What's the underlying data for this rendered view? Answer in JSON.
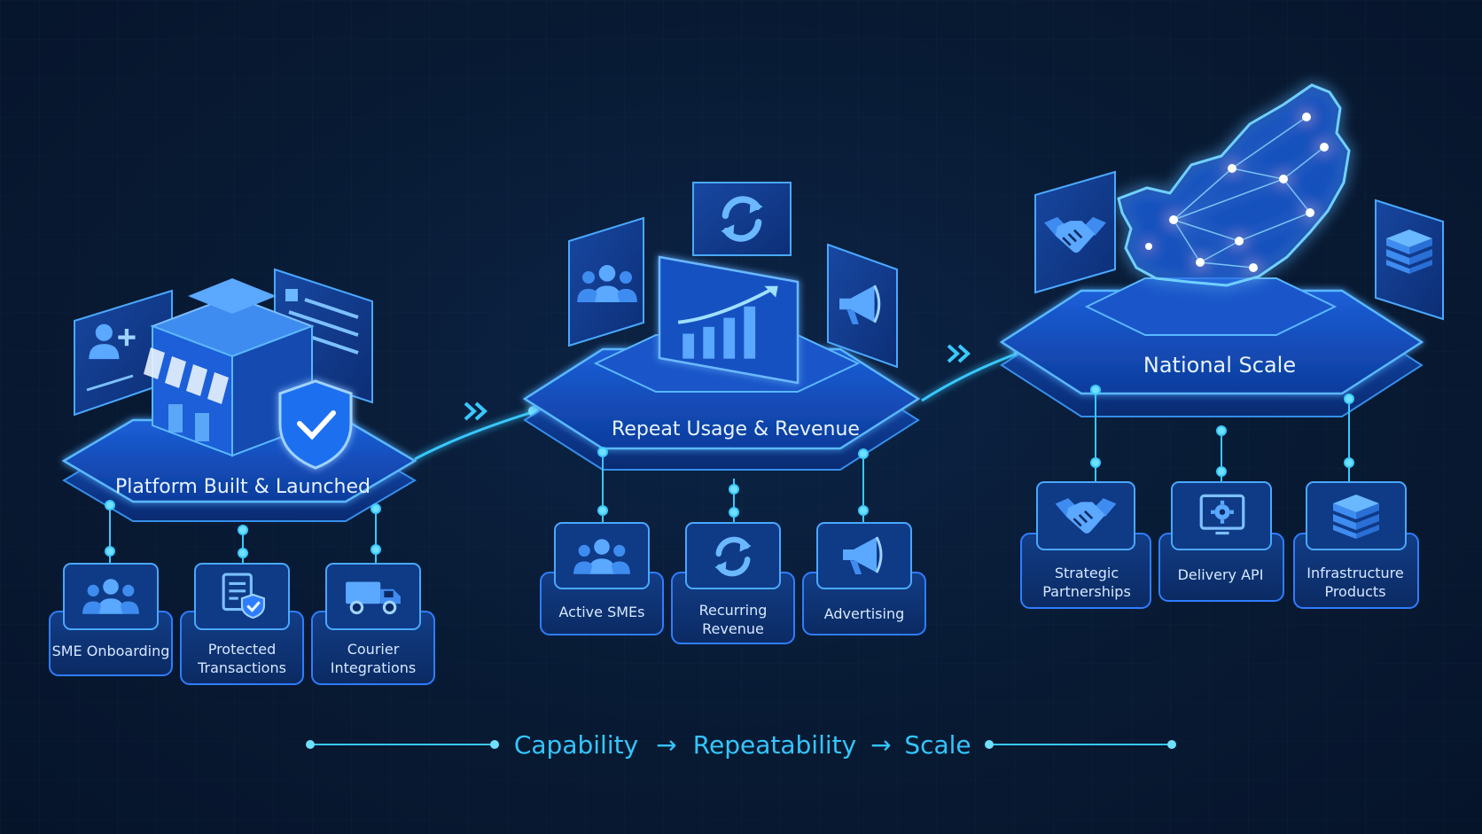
{
  "stages": [
    {
      "title": "Platform Built & Launched",
      "items": [
        {
          "label_lines": [
            "SME Onboarding"
          ],
          "icon": "users-icon"
        },
        {
          "label_lines": [
            "Protected",
            "Transactions"
          ],
          "icon": "shield-document-icon"
        },
        {
          "label_lines": [
            "Courier",
            "Integrations"
          ],
          "icon": "truck-icon"
        }
      ]
    },
    {
      "title": "Repeat Usage & Revenue",
      "items": [
        {
          "label_lines": [
            "Active SMEs"
          ],
          "icon": "users-icon"
        },
        {
          "label_lines": [
            "Recurring",
            "Revenue"
          ],
          "icon": "refresh-icon"
        },
        {
          "label_lines": [
            "Advertising"
          ],
          "icon": "megaphone-icon"
        }
      ]
    },
    {
      "title": "National Scale",
      "items": [
        {
          "label_lines": [
            "Strategic",
            "Partnerships"
          ],
          "icon": "handshake-icon"
        },
        {
          "label_lines": [
            "Delivery API"
          ],
          "icon": "gear-screen-icon"
        },
        {
          "label_lines": [
            "Infrastructure",
            "Products"
          ],
          "icon": "server-stack-icon"
        }
      ]
    }
  ],
  "flow": {
    "step1": "Capability",
    "step2": "Repeatability",
    "step3": "Scale",
    "arrow": "→"
  },
  "colors": {
    "accent": "#2f7dff",
    "glow": "#39c8ff",
    "text": "#e8f3ff"
  }
}
